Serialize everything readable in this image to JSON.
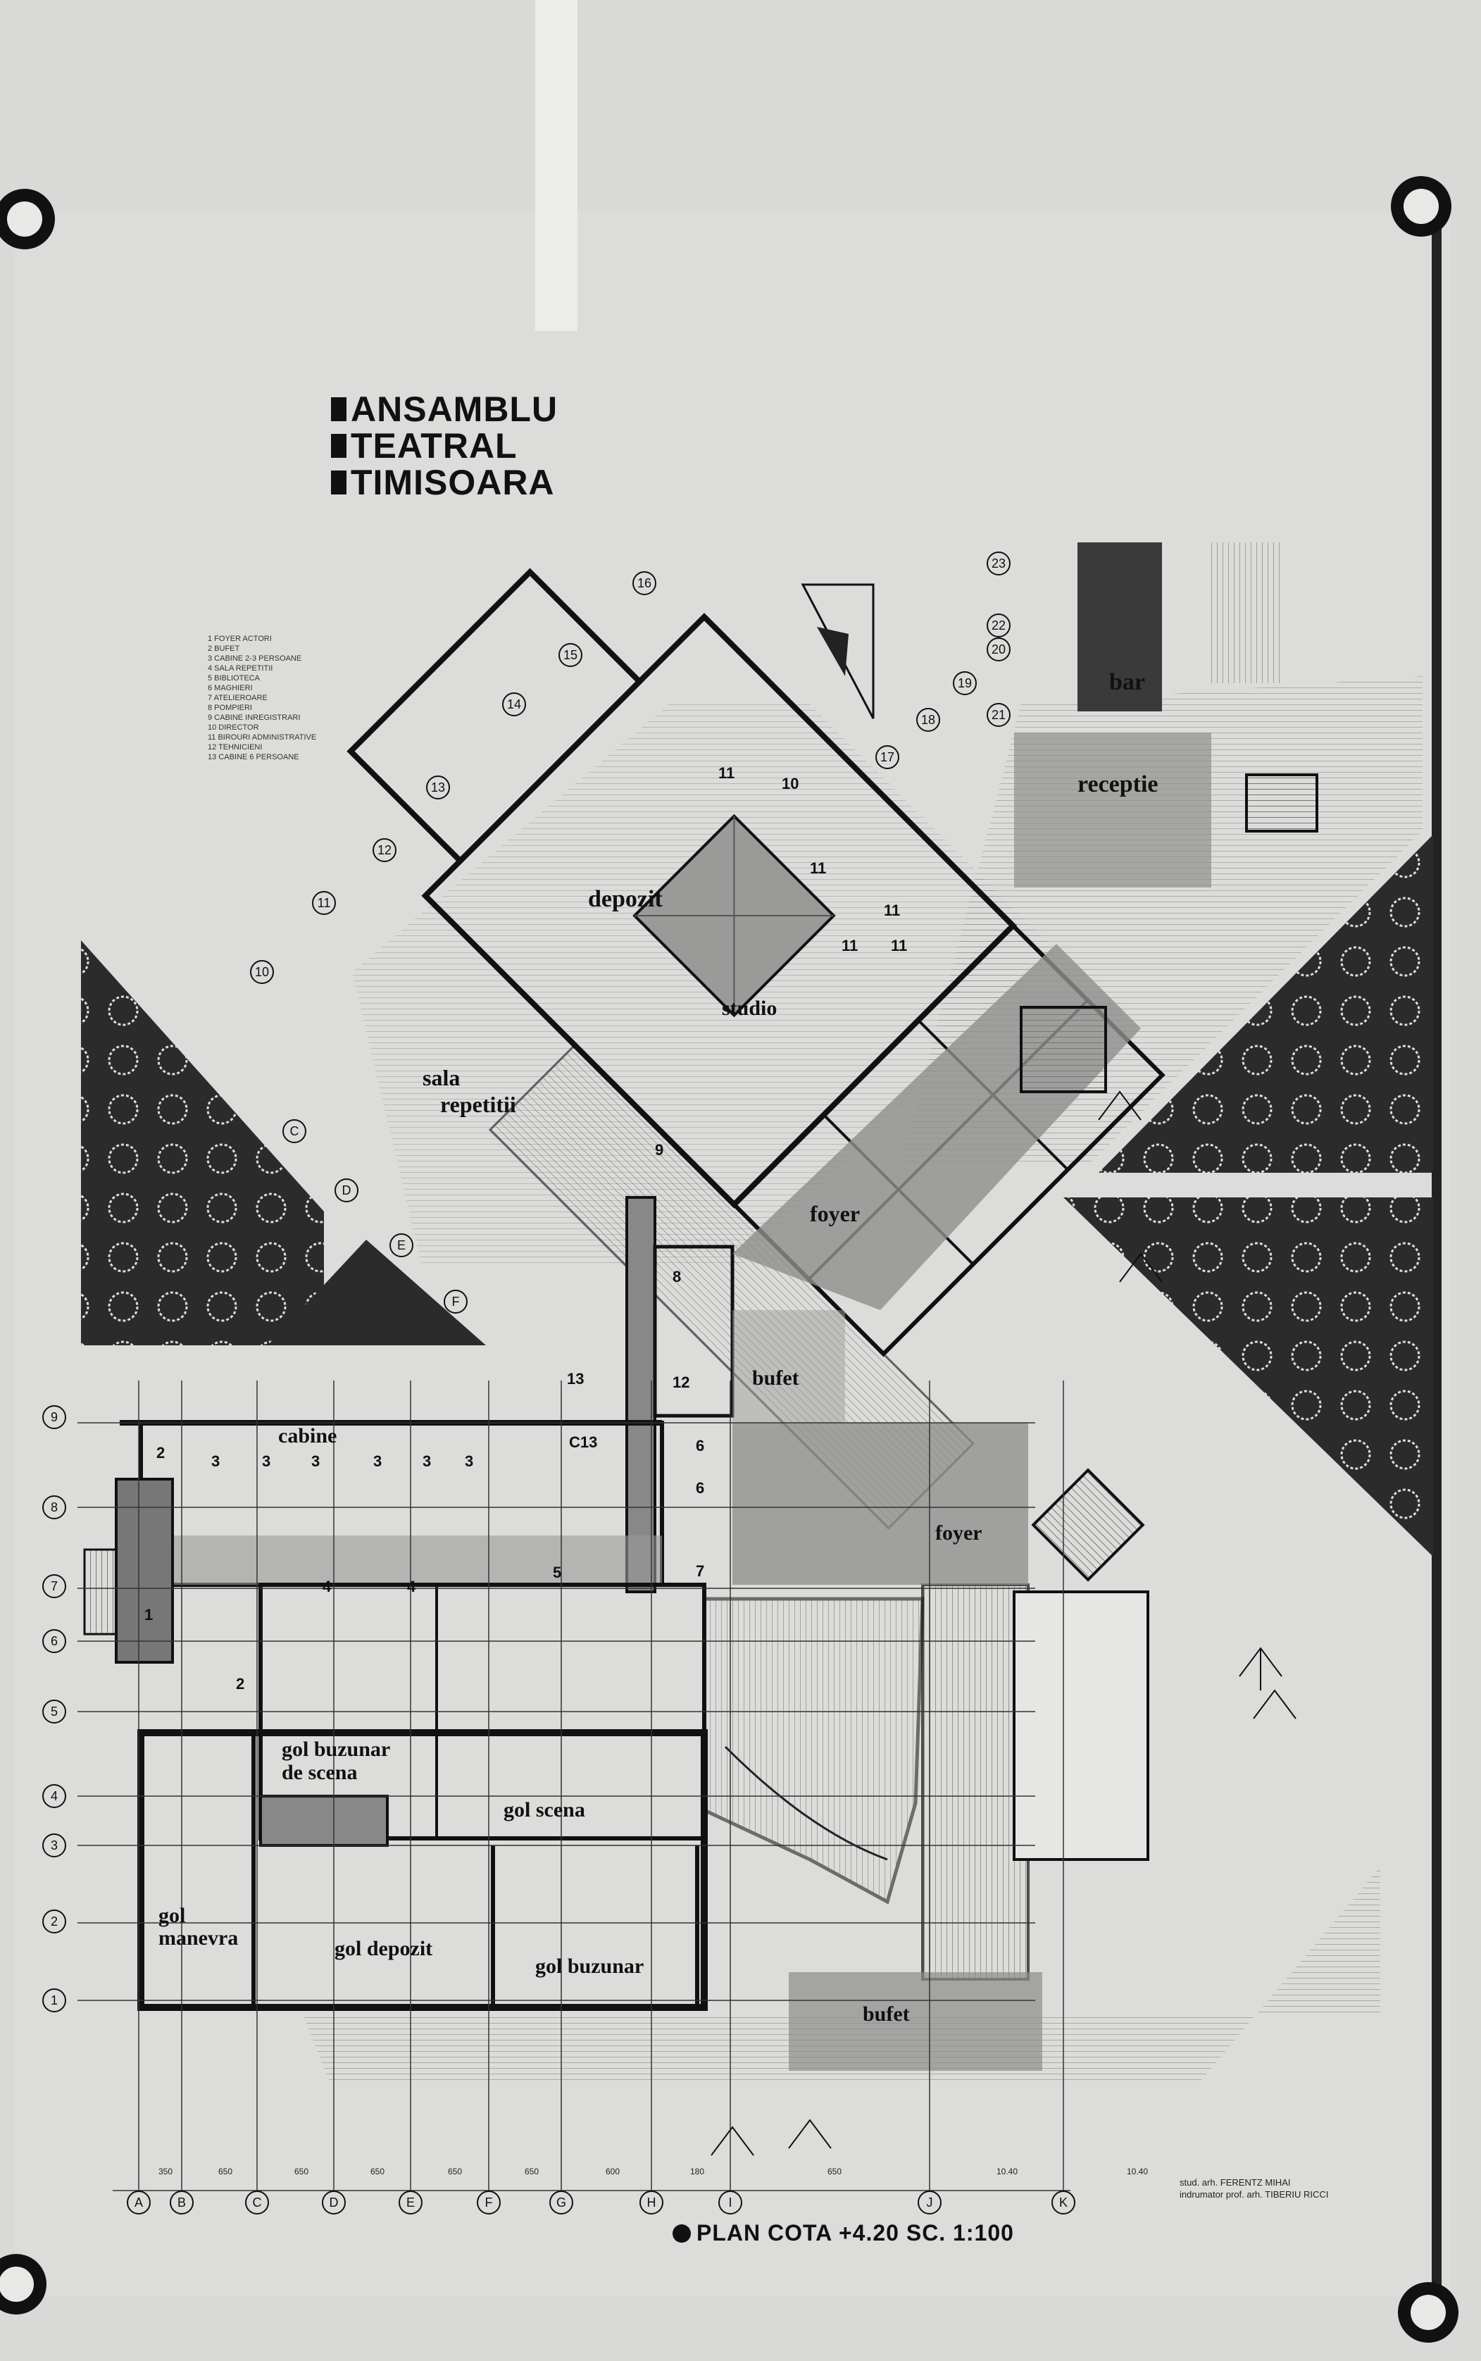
{
  "title": [
    "ANSAMBLU",
    "TEATRAL",
    "TIMISOARA"
  ],
  "legend": [
    "1  FOYER  ACTORI",
    "2  BUFET",
    "3  CABINE  2-3 PERSOANE",
    "4  SALA  REPETITII",
    "5  BIBLIOTECA",
    "6  MAGHIERI",
    "7  ATELIEROARE",
    "8  POMPIERI",
    "9  CABINE  INREGISTRARI",
    "10  DIRECTOR",
    "11  BIROURI  ADMINISTRATIVE",
    "12  TEHNICIENI",
    "13  CABINE  6  PERSOANE"
  ],
  "rooms": {
    "bar": "bar",
    "receptie": "receptie",
    "depozit": "depozit",
    "studio": "studio",
    "sala_repetitii_1": "sala",
    "sala_repetitii_2": "repetitii",
    "foyer_upper": "foyer",
    "bufet_mid": "bufet",
    "cabine": "cabine",
    "foyer_lower": "foyer",
    "gol_buzunar_de_scena_1": "gol buzunar",
    "gol_buzunar_de_scena_2": "de scena",
    "gol_scena": "gol scena",
    "gol_manevra_1": "gol",
    "gol_manevra_2": "manevra",
    "gol_depozit": "gol depozit",
    "gol_buzunar": "gol buzunar",
    "bufet_lower": "bufet"
  },
  "room_numbers": [
    "11",
    "10",
    "11",
    "11",
    "11",
    "11",
    "9",
    "8",
    "12",
    "13",
    "C13",
    "6",
    "6",
    "7",
    "5",
    "4",
    "4",
    "2",
    "3",
    "3",
    "3",
    "3",
    "3",
    "3",
    "1",
    "2"
  ],
  "grid_left": [
    "9",
    "8",
    "7",
    "6",
    "5",
    "4",
    "3",
    "2",
    "1"
  ],
  "grid_bottom": [
    "A",
    "B",
    "C",
    "D",
    "E",
    "F",
    "G",
    "H",
    "I",
    "J",
    "K"
  ],
  "grid_bottom_dims": [
    "350",
    "650",
    "650",
    "650",
    "650",
    "650",
    "600",
    "180",
    "650",
    "10.40",
    "10.40"
  ],
  "grid_diag_upper": [
    "16",
    "15",
    "14",
    "13",
    "12",
    "11",
    "10"
  ],
  "grid_diag_left": [
    "C",
    "D",
    "E",
    "F"
  ],
  "grid_right_top": [
    "23",
    "22",
    "20",
    "19",
    "18",
    "21",
    "17"
  ],
  "plan_caption": "PLAN  COTA  +4.20  SC. 1:100",
  "credits": [
    "stud. arh. FERENTZ  MIHAI",
    "indrumator prof. arh. TIBERIU RICCI"
  ],
  "colors": {
    "paper": "#d9d9d7",
    "ink": "#111111",
    "dark_fill": "#2b2b2b",
    "hatch": "#7a7a78"
  }
}
